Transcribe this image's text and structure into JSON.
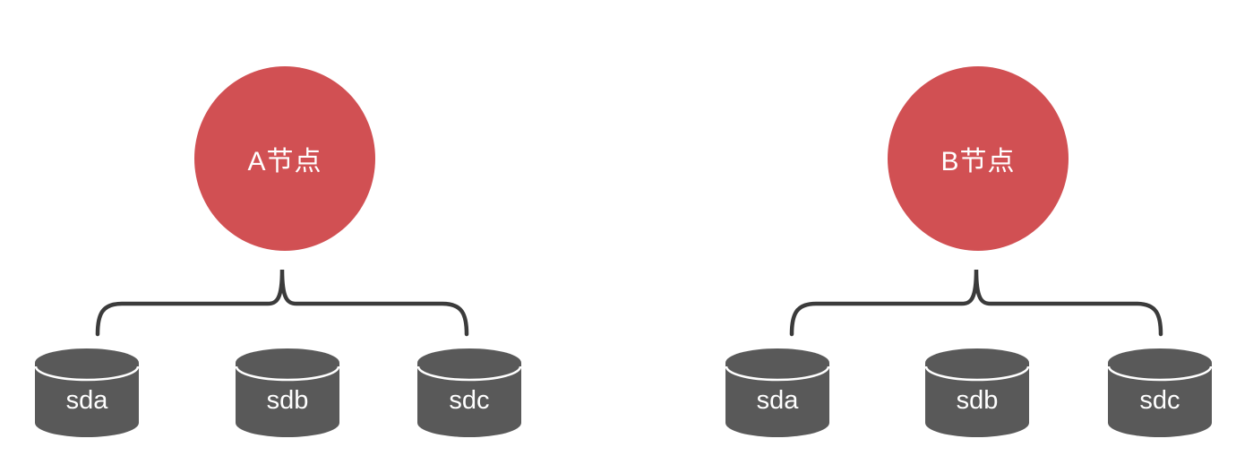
{
  "diagram": {
    "background_color": "#ffffff",
    "node_fill_color": "#d15053",
    "disk_fill_color": "#595959",
    "brace_stroke_color": "#3b3b3b",
    "label_text_color": "#ffffff",
    "nodes": [
      {
        "label": "A节点",
        "disks": [
          "sda",
          "sdb",
          "sdc"
        ]
      },
      {
        "label": "B节点",
        "disks": [
          "sda",
          "sdb",
          "sdc"
        ]
      }
    ]
  }
}
